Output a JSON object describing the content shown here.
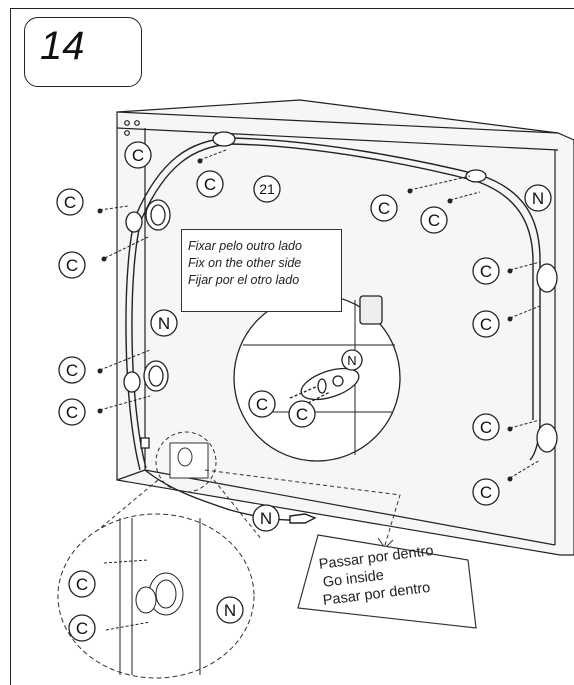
{
  "step": {
    "number": "14"
  },
  "note": {
    "lines": [
      "Fixar pelo outro lado",
      "Fix on the other side",
      "Fijar por el otro lado"
    ]
  },
  "inside_note": {
    "lines": [
      "Passar por dentro",
      "Go inside",
      "Pasar por dentro"
    ]
  },
  "labels": {
    "clip": "C",
    "nut": "N",
    "part": "21"
  }
}
